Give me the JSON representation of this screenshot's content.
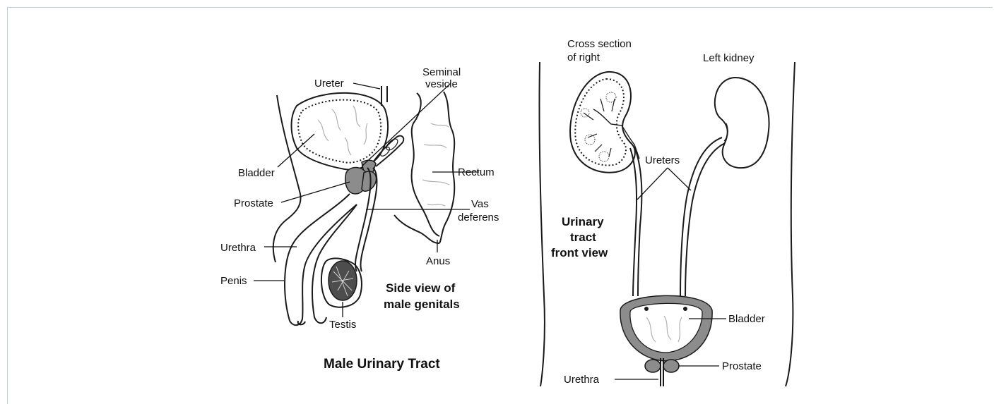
{
  "left_panel": {
    "labels": {
      "ureter": "Ureter",
      "seminal_vesicle": [
        "Seminal",
        "vesicle"
      ],
      "bladder": "Bladder",
      "rectum": "Rectum",
      "prostate": "Prostate",
      "vas_deferens": [
        "Vas",
        "deferens"
      ],
      "urethra": "Urethra",
      "anus": "Anus",
      "penis": "Penis",
      "testis": "Testis"
    },
    "caption": [
      "Side view of",
      "male genitals"
    ],
    "title": "Male Urinary Tract"
  },
  "right_panel": {
    "labels": {
      "cross_section": [
        "Cross section",
        "of right"
      ],
      "left_kidney": "Left kidney",
      "ureters": "Ureters",
      "bladder": "Bladder",
      "prostate": "Prostate",
      "urethra": "Urethra"
    },
    "caption": [
      "Urinary",
      "tract",
      "front view"
    ]
  },
  "colors": {
    "outline": "#1a1a1a",
    "tissue_gray": "#8c8c8c",
    "fold_gray": "#b0b0b0",
    "frame_border": "#c5cdd3"
  }
}
